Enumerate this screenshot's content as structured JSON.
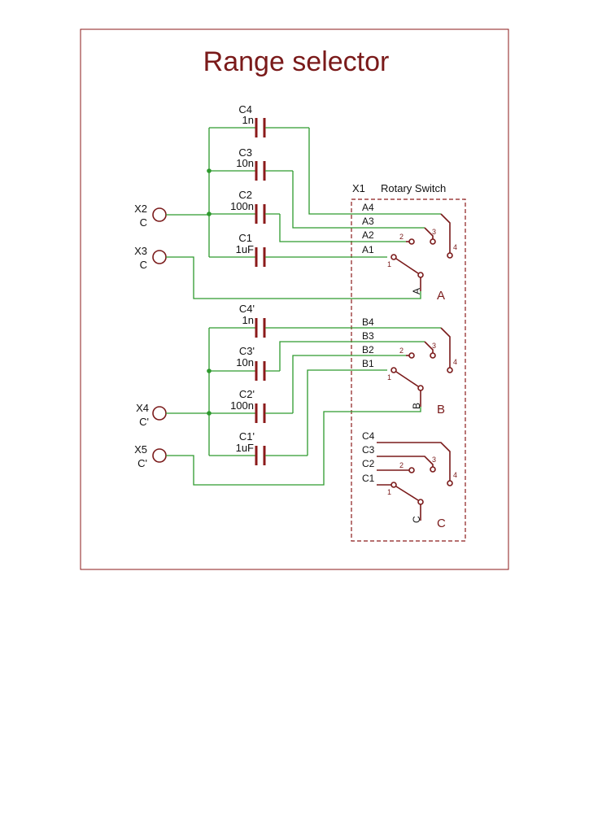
{
  "title": "Range selector",
  "switch": {
    "ref": "X1",
    "name": "Rotary Switch"
  },
  "capacitors": [
    {
      "ref": "C4",
      "value": "1n"
    },
    {
      "ref": "C3",
      "value": "10n"
    },
    {
      "ref": "C2",
      "value": "100n"
    },
    {
      "ref": "C1",
      "value": "1uF"
    },
    {
      "ref": "C4'",
      "value": "1n"
    },
    {
      "ref": "C3'",
      "value": "10n"
    },
    {
      "ref": "C2'",
      "value": "100n"
    },
    {
      "ref": "C1'",
      "value": "1uF"
    }
  ],
  "connectors": [
    {
      "ref": "X2",
      "net": "C"
    },
    {
      "ref": "X3",
      "net": "C"
    },
    {
      "ref": "X4",
      "net": "C'"
    },
    {
      "ref": "X5",
      "net": "C'"
    }
  ],
  "sections": [
    {
      "name": "A",
      "common": "A",
      "pins": [
        "A4",
        "A3",
        "A2",
        "A1"
      ],
      "positions": [
        "1",
        "2",
        "3",
        "4"
      ]
    },
    {
      "name": "B",
      "common": "B",
      "pins": [
        "B4",
        "B3",
        "B2",
        "B1"
      ],
      "positions": [
        "1",
        "2",
        "3",
        "4"
      ]
    },
    {
      "name": "C",
      "common": "C",
      "pins": [
        "C4",
        "C3",
        "C2",
        "C1"
      ],
      "positions": [
        "1",
        "2",
        "3",
        "4"
      ]
    }
  ],
  "colors": {
    "border": "#8b1a1a",
    "symbol": "#7a1a1a",
    "wire": "#2e9a2e",
    "text": "#111111"
  }
}
